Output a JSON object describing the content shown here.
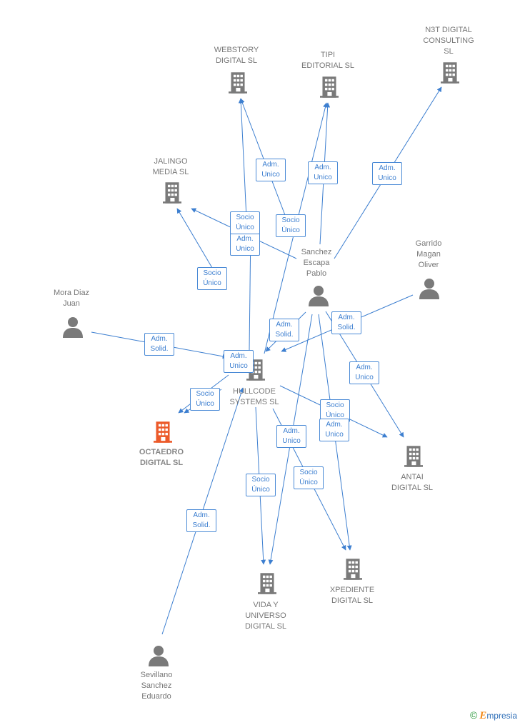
{
  "colors": {
    "edge": "#3d7fd0",
    "building": "#7a7a7a",
    "building_focus": "#ec5a2a",
    "person": "#7a7a7a"
  },
  "nodes": [
    {
      "id": "webstory",
      "type": "company",
      "lines": [
        "WEBSTORY",
        "DIGITAL  SL"
      ]
    },
    {
      "id": "tipi",
      "type": "company",
      "lines": [
        "TIPI",
        "EDITORIAL  SL"
      ]
    },
    {
      "id": "n3t",
      "type": "company",
      "lines": [
        "N3T DIGITAL",
        "CONSULTING",
        "SL"
      ]
    },
    {
      "id": "jalingo",
      "type": "company",
      "lines": [
        "JALINGO",
        "MEDIA  SL"
      ]
    },
    {
      "id": "sanchez",
      "type": "person",
      "lines": [
        "Sanchez",
        "Escapa",
        "Pablo"
      ]
    },
    {
      "id": "garrido",
      "type": "person",
      "lines": [
        "Garrido",
        "Magan",
        "Oliver"
      ]
    },
    {
      "id": "mora",
      "type": "person",
      "lines": [
        "Mora Diaz",
        "Juan"
      ]
    },
    {
      "id": "hullcode",
      "type": "company",
      "lines": [
        "HULLCODE",
        "SYSTEMS  SL"
      ]
    },
    {
      "id": "octaedro",
      "type": "company_focus",
      "lines": [
        "OCTAEDRO",
        "DIGITAL  SL"
      ]
    },
    {
      "id": "antai",
      "type": "company",
      "lines": [
        "ANTAI",
        "DIGITAL  SL"
      ]
    },
    {
      "id": "vida",
      "type": "company",
      "lines": [
        "VIDA Y",
        "UNIVERSO",
        "DIGITAL  SL"
      ]
    },
    {
      "id": "xpediente",
      "type": "company",
      "lines": [
        "XPEDIENTE",
        "DIGITAL  SL"
      ]
    },
    {
      "id": "sevillano",
      "type": "person",
      "lines": [
        "Sevillano",
        "Sanchez",
        "Eduardo"
      ]
    }
  ],
  "edge_labels": [
    {
      "id": "e1",
      "lines": [
        "Adm.",
        "Unico"
      ]
    },
    {
      "id": "e2",
      "lines": [
        "Adm.",
        "Unico"
      ]
    },
    {
      "id": "e3",
      "lines": [
        "Adm.",
        "Unico"
      ]
    },
    {
      "id": "e4",
      "lines": [
        "Socio",
        "Único"
      ]
    },
    {
      "id": "e5",
      "lines": [
        "Adm.",
        "Unico"
      ]
    },
    {
      "id": "e6",
      "lines": [
        "Socio",
        "Único"
      ]
    },
    {
      "id": "e7",
      "lines": [
        "Socio",
        "Único"
      ]
    },
    {
      "id": "e8",
      "lines": [
        "Adm.",
        "Solid."
      ]
    },
    {
      "id": "e9",
      "lines": [
        "Adm.",
        "Solid."
      ]
    },
    {
      "id": "e10",
      "lines": [
        "Adm.",
        "Solid."
      ]
    },
    {
      "id": "e11",
      "lines": [
        "Adm.",
        "Unico"
      ]
    },
    {
      "id": "e12",
      "lines": [
        "Adm.",
        "Unico"
      ]
    },
    {
      "id": "e13",
      "lines": [
        "Socio",
        "Único"
      ]
    },
    {
      "id": "e14",
      "lines": [
        "Socio",
        "Único"
      ]
    },
    {
      "id": "e15",
      "lines": [
        "Adm.",
        "Unico"
      ]
    },
    {
      "id": "e16",
      "lines": [
        "Adm.",
        "Unico"
      ]
    },
    {
      "id": "e17",
      "lines": [
        "Socio",
        "Único"
      ]
    },
    {
      "id": "e18",
      "lines": [
        "Socio",
        "Único"
      ]
    },
    {
      "id": "e19",
      "lines": [
        "Adm.",
        "Solid."
      ]
    }
  ],
  "watermark": {
    "symbol": "©",
    "brand_e": "E",
    "brand_rest": "mpresia"
  }
}
